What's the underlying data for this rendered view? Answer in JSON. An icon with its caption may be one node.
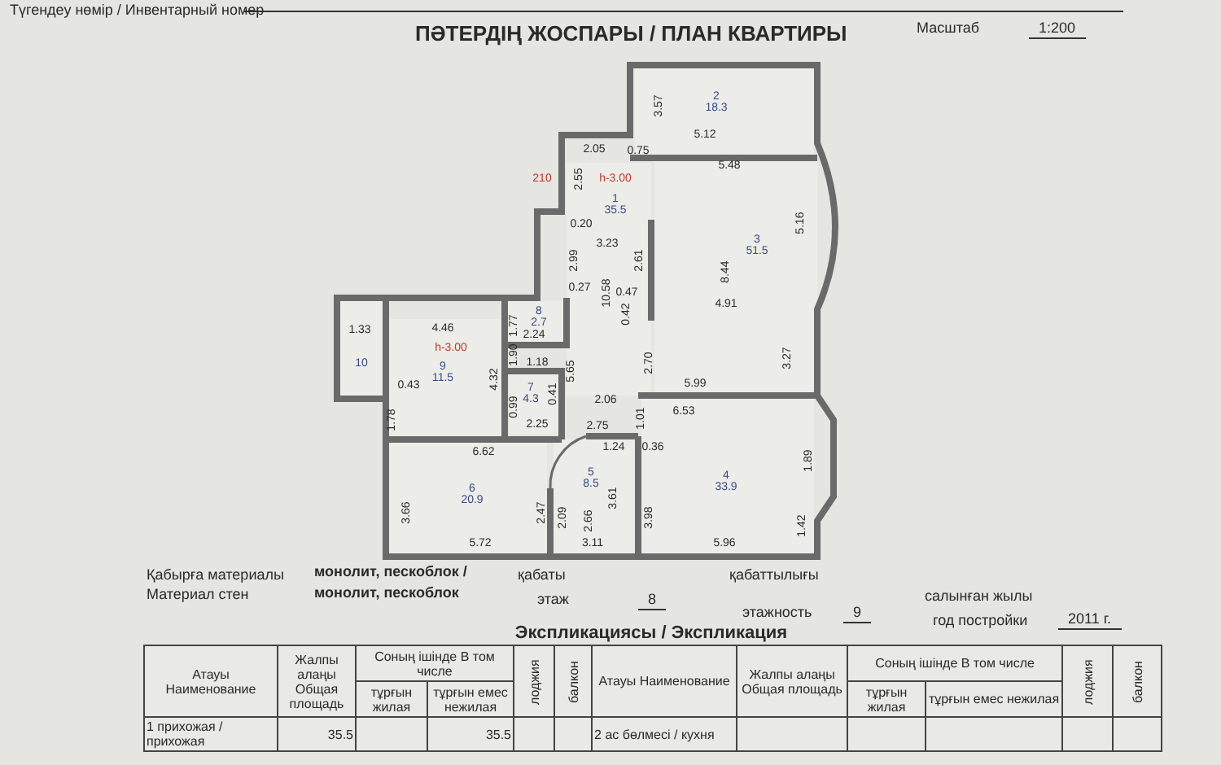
{
  "diagram": {
    "title": "ПӘТЕРДІҢ ЖОСПАРЫ / ПЛАН КВАРТИРЫ",
    "nodes": [
      {
        "text": [
          "1",
          "35.5"
        ]
      },
      {
        "text": [
          "2",
          "18.3"
        ]
      },
      {
        "text": [
          "3",
          "51.5"
        ]
      },
      {
        "text": [
          "4",
          "33.9"
        ]
      },
      {
        "text": [
          "5",
          "8.5"
        ]
      },
      {
        "text": [
          "6",
          "20.9"
        ]
      },
      {
        "text": [
          "7",
          "4.3"
        ]
      },
      {
        "text": [
          "8",
          "2.7"
        ]
      },
      {
        "text": [
          "9",
          "11.5"
        ]
      },
      {
        "text": [
          "10"
        ]
      }
    ],
    "edges": [],
    "labels": [
      "Түгендеу нөмір / Инвентарный номер",
      "Масштаб",
      "1:200",
      "3.57",
      "5.12",
      "2.05",
      "0.75",
      "5.48",
      "210",
      "2.55",
      "h-3.00",
      "0.20",
      "3.23",
      "2.99",
      "2.61",
      "8.44",
      "5.16",
      "10.58",
      "0.27",
      "0.47",
      "4.91",
      "0.42",
      "4.46",
      "1.77",
      "2.24",
      "1.33",
      "h-3.00",
      "1.90",
      "1.18",
      "2.70",
      "3.27",
      "0.43",
      "4.32",
      "5.65",
      "5.99",
      "0.41",
      "2.06",
      "0.99",
      "6.53",
      "1.78",
      "2.25",
      "1.01",
      "2.75",
      "1.24",
      "0.36",
      "6.62",
      "1.89",
      "3.61",
      "3.66",
      "2.47",
      "2.09",
      "2.66",
      "3.98",
      "1.42",
      "5.72",
      "3.11",
      "5.96",
      "Қабырға материалы",
      "Материал стен",
      "монолит, пескоблок /",
      "монолит, пескоблок",
      "қабаты",
      "этаж",
      "8",
      "қабаттылығы",
      "этажность",
      "9",
      "салынған жылы",
      "год постройки",
      "2011 г.",
      "Экспликациясы / Экспликация",
      "Атауы Наименование",
      "Жалпы алаңы Общая площадь",
      "Соның ішінде В том числе",
      "тұрғын жилая",
      "тұрғын емес нежилая",
      "лоджия",
      "балкон",
      "Атауы Наименование",
      "Жалпы алаңы Общая площадь",
      "Соның ішінде В том числе",
      "тұрғын жилая",
      "тұрғын емес нежилая",
      "лоджия",
      "балкон",
      "1 прихожая / прихожая",
      "35.5",
      "35.5",
      "2 ас бөлмесі / кухня"
    ]
  }
}
